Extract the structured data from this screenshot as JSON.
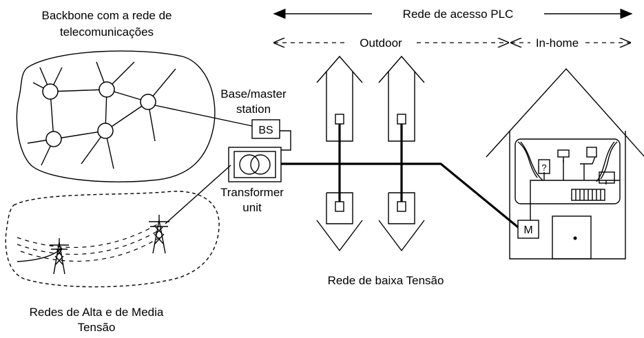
{
  "labels": {
    "backbone_line1": "Backbone com a rede de",
    "backbone_line2": "telecomunicações",
    "plc_access": "Rede de acesso PLC",
    "outdoor": "Outdoor",
    "inhome": "In-home",
    "base_station_line1": "Base/master",
    "base_station_line2": "station",
    "bs": "BS",
    "transformer_line1": "Transformer",
    "transformer_line2": "unit",
    "low_voltage": "Rede de baixa Tensão",
    "hv_mv_line1": "Redes de Alta e de Media",
    "hv_mv_line2": "Tensão",
    "modem": "M",
    "question": "?"
  }
}
